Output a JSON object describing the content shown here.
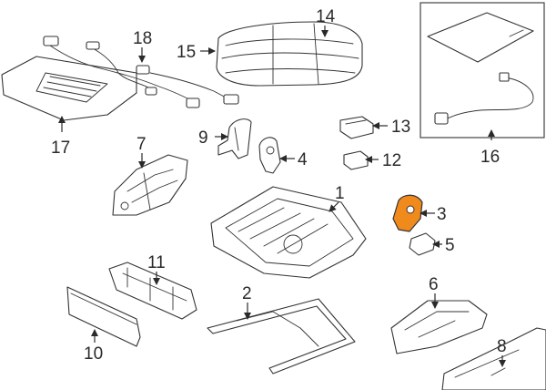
{
  "diagram": {
    "highlight_color": "#f08a1c",
    "callouts": [
      {
        "id": "p1",
        "label": "1"
      },
      {
        "id": "p2",
        "label": "2"
      },
      {
        "id": "p3",
        "label": "3"
      },
      {
        "id": "p4",
        "label": "4"
      },
      {
        "id": "p5",
        "label": "5"
      },
      {
        "id": "p6",
        "label": "6"
      },
      {
        "id": "p7",
        "label": "7"
      },
      {
        "id": "p8",
        "label": "8"
      },
      {
        "id": "p9",
        "label": "9"
      },
      {
        "id": "p10",
        "label": "10"
      },
      {
        "id": "p11",
        "label": "11"
      },
      {
        "id": "p12",
        "label": "12"
      },
      {
        "id": "p13",
        "label": "13"
      },
      {
        "id": "p14",
        "label": "14"
      },
      {
        "id": "p15",
        "label": "15"
      },
      {
        "id": "p16",
        "label": "16"
      },
      {
        "id": "p17",
        "label": "17"
      },
      {
        "id": "p18",
        "label": "18"
      }
    ],
    "highlighted_part": "3"
  }
}
